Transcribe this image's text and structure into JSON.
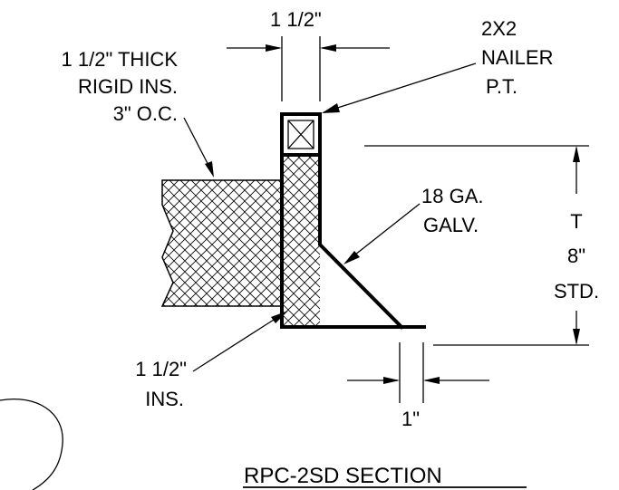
{
  "labels": {
    "dim_top": "1 1/2\"",
    "nailer_line1": "2X2",
    "nailer_line2": "NAILER",
    "nailer_line3": "P.T.",
    "rigid_line1": "1 1/2\" THICK",
    "rigid_line2": "RIGID INS.",
    "rigid_line3": "3\" O.C.",
    "galv_line1": "18 GA.",
    "galv_line2": "GALV.",
    "height_line1": "T",
    "height_line2": "8\"",
    "height_line3": "STD.",
    "ins_line1": "1 1/2\"",
    "ins_line2": "INS.",
    "dim_bottom": "1\"",
    "section_title": "RPC-2SD SECTION"
  }
}
